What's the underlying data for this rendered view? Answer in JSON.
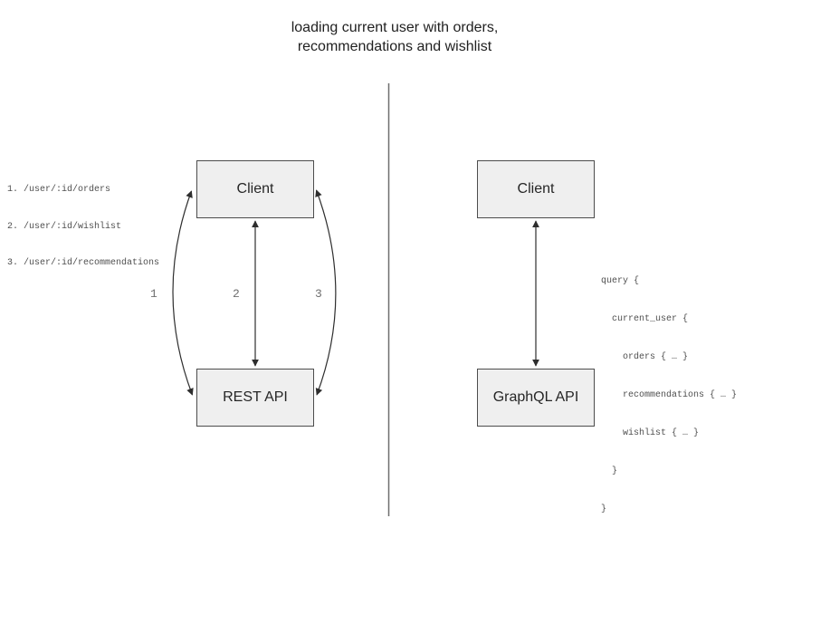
{
  "title": {
    "line1": "loading current user with orders,",
    "line2": "recommendations and wishlist"
  },
  "left_panel": {
    "routes": [
      "1. /user/:id/orders",
      "2. /user/:id/wishlist",
      "3. /user/:id/recommendations"
    ],
    "client_label": "Client",
    "api_label": "REST API",
    "arrow_labels": [
      "1",
      "2",
      "3"
    ]
  },
  "right_panel": {
    "client_label": "Client",
    "api_label": "GraphQL API",
    "query_lines": [
      "query {",
      "  current_user {",
      "    orders { … }",
      "    recommendations { … }",
      "    wishlist { … }",
      "  }",
      "}"
    ]
  },
  "colors": {
    "box_fill": "#efefef",
    "box_border": "#4c4c4c",
    "arrow": "#2e2e2e",
    "divider": "#6e6e6e",
    "muted_text": "#4f4f4f",
    "number_text": "#6f6f6f",
    "heading_text": "#1f1f1f"
  }
}
